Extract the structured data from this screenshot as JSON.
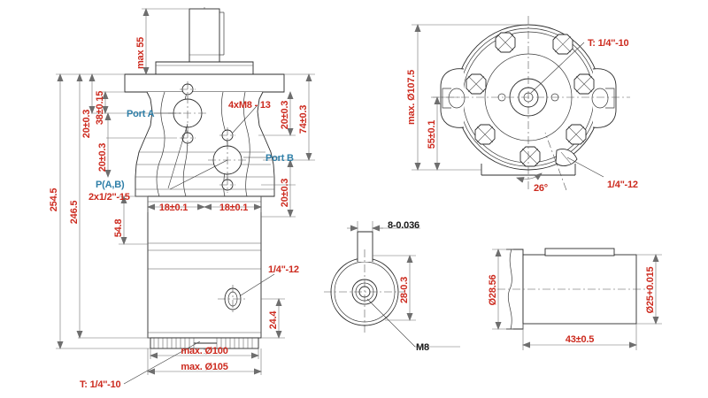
{
  "drawing": {
    "title": "Hydraulic orbital motor dimensional drawing",
    "colors": {
      "dimension_red": "#cc2a1e",
      "port_blue": "#2f7fa8",
      "line_black": "#2b2b2b",
      "background": "#ffffff"
    }
  },
  "views": {
    "front": {
      "name": "front-section-view",
      "dimensions": {
        "max_shaft": "max 55",
        "overall_254": "254.5",
        "overall_246": "246.5",
        "port_a_offset": "38±0.15",
        "spacing_20_a": "20±0.3",
        "spacing_20_b": "20±0.3",
        "spacing_20_c": "20±0.3",
        "spacing_20_d": "20±0.3",
        "height_74": "74±0.3",
        "depth_54": "54.8",
        "width_18_left": "18±0.1",
        "width_18_right": "18±0.1",
        "height_24": "24.4",
        "dia_100": "max. Ø100",
        "dia_105": "max. Ø105"
      },
      "callouts": {
        "port_a": "Port A",
        "port_b": "Port B",
        "p_ab": "P(A,B)",
        "p_ab_thread": "2x1/2''-15",
        "bolts": "4xM8 - 13",
        "drain_mid": "1/4''-12",
        "drain_bottom": "T: 1/4''-10"
      }
    },
    "top_flange": {
      "name": "flange-end-view",
      "dimensions": {
        "dia_107": "max. Ø107.5",
        "width_55": "55±0.1",
        "angle_26": "26°"
      },
      "callouts": {
        "tee_port": "T: 1/4''-10",
        "drain_port": "1/4''-12"
      }
    },
    "shaft_end": {
      "name": "shaft-end-view",
      "dimensions": {
        "key_width": "8-0.036",
        "key_height": "28-0.3"
      },
      "callouts": {
        "thread": "M8"
      }
    },
    "shaft_side": {
      "name": "shaft-side-view",
      "dimensions": {
        "flange_dia": "Ø28.56",
        "shaft_dia": "Ø25+0.015",
        "length": "43±0.5"
      }
    }
  }
}
